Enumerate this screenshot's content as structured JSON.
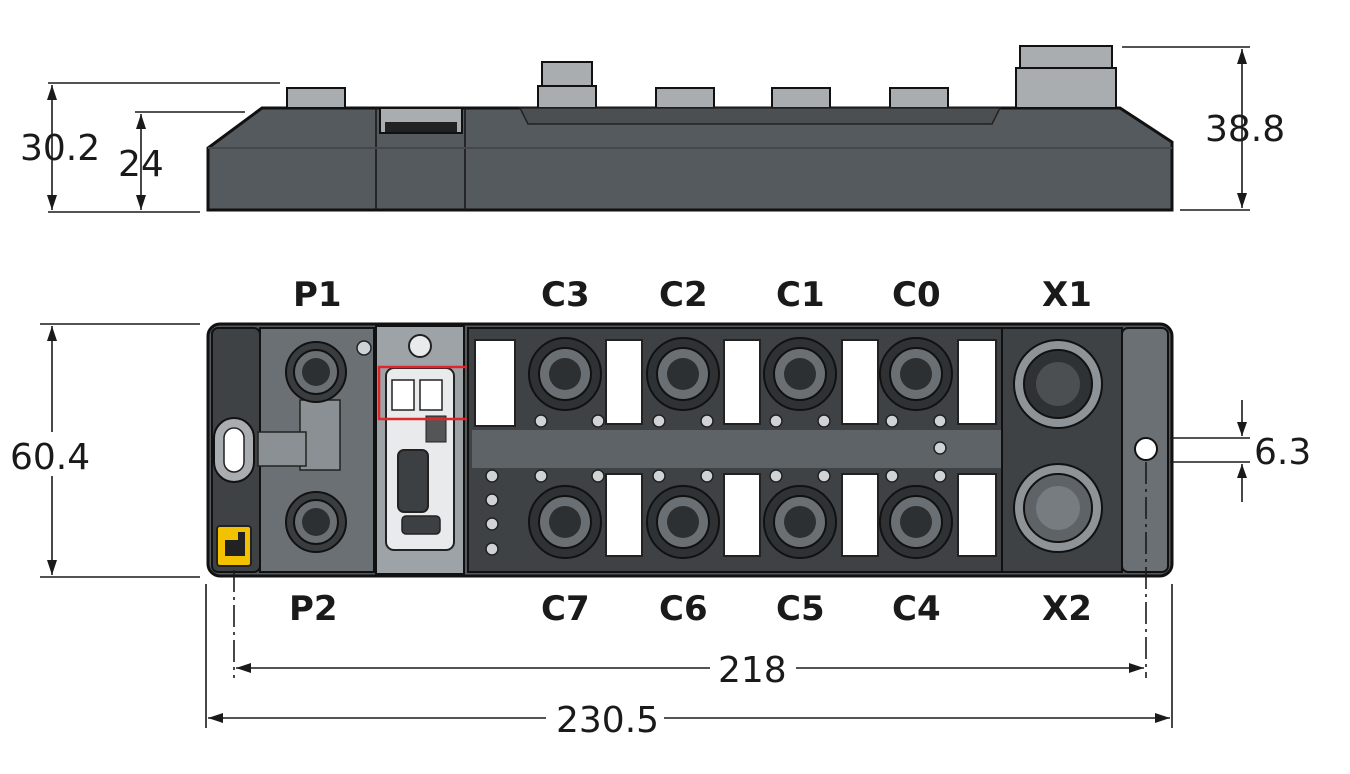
{
  "dimensions": {
    "top_total_height": "30.2",
    "top_body_height": "24",
    "top_max_height": "38.8",
    "front_height": "60.4",
    "hole_spacing": "6.3",
    "mount_distance": "218",
    "total_length": "230.5"
  },
  "ports": {
    "top_row": [
      "P1",
      "C3",
      "C2",
      "C1",
      "C0",
      "X1"
    ],
    "bottom_row": [
      "P2",
      "C7",
      "C6",
      "C5",
      "C4",
      "X2"
    ]
  },
  "colors": {
    "housing": "#555a5e",
    "highlight_box": "#e0262b",
    "ethernet_clip": "#f2c200"
  }
}
